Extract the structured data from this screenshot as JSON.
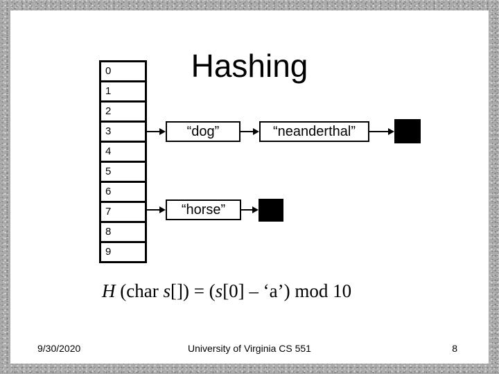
{
  "slide": {
    "title": "Hashing",
    "hash_table": {
      "cells": [
        "0",
        "1",
        "2",
        "3",
        "4",
        "5",
        "6",
        "7",
        "8",
        "9"
      ]
    },
    "chains": [
      {
        "bucket": "3",
        "nodes": [
          {
            "type": "string",
            "label": "“dog”"
          },
          {
            "type": "string",
            "label": "“neanderthal”"
          },
          {
            "type": "null",
            "label": ""
          }
        ]
      },
      {
        "bucket": "7",
        "nodes": [
          {
            "type": "string",
            "label": "“horse”"
          },
          {
            "type": "null",
            "label": ""
          }
        ]
      }
    ],
    "formula": {
      "text": "H (char s[]) = (s[0] – ‘a’) mod 10",
      "parts": [
        {
          "text": "H",
          "italic": true
        },
        {
          "text": " (char ",
          "italic": false
        },
        {
          "text": "s",
          "italic": true
        },
        {
          "text": "[]) = (",
          "italic": false
        },
        {
          "text": "s",
          "italic": true
        },
        {
          "text": "[0] – ‘a’) mod 10",
          "italic": false
        }
      ]
    },
    "footer": {
      "date": "9/30/2020",
      "center": "University of Virginia CS 551",
      "page_number": "8"
    },
    "colors": {
      "ink": "#000000",
      "frame_base": "#ababab",
      "background": "#ffffff"
    }
  }
}
